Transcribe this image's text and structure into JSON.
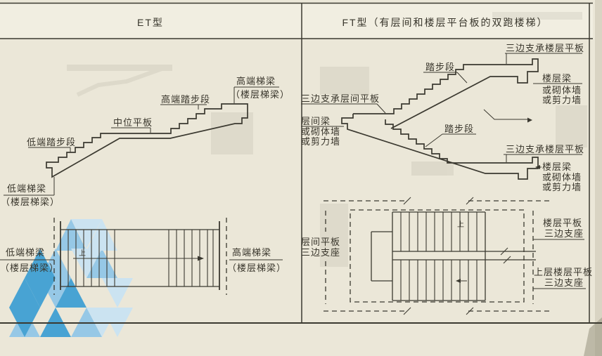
{
  "panels": {
    "left": {
      "title": "ET型",
      "profile": {
        "low_run": "低端踏步段",
        "mid_plate": "中位平板",
        "high_run": "高端踏步段",
        "high_beam": "高端梯梁",
        "high_beam_paren": "（楼层梯梁）",
        "low_beam": "低端梯梁",
        "low_beam_paren": "（楼层梯梁）"
      },
      "plan": {
        "low_beam": "低端梯梁",
        "low_beam_paren": "（楼层梯梁）",
        "high_beam": "高端梯梁",
        "high_beam_paren": "（楼层梯梁）",
        "up_mark": "上"
      }
    },
    "right": {
      "title": "FT型（有层间和楼层平台板的双跑楼梯）",
      "profile": {
        "floor_plate_top": "三边支承楼层平板",
        "run_top": "踏步段",
        "floor_beam_top_1": "楼层梁",
        "floor_beam_top_2": "或砌体墙",
        "floor_beam_top_3": "或剪力墙",
        "mid_plate": "三边支承层间平板",
        "mid_beam_1": "层间梁",
        "mid_beam_2": "或砌体墙",
        "mid_beam_3": "或剪力墙",
        "run_bottom": "踏步段",
        "floor_plate_bottom": "三边支承楼层平板",
        "floor_beam_bottom_1": "楼层梁",
        "floor_beam_bottom_2": "或砌体墙",
        "floor_beam_bottom_3": "或剪力墙"
      },
      "plan": {
        "mid_plate_1": "层间平板",
        "mid_plate_2": "三边支座",
        "floor_plate_1": "楼层平板",
        "floor_plate_2": "三边支座",
        "upper_floor_plate_1": "上层楼层平板",
        "upper_floor_plate_2": "三边支座",
        "up_mark": "上"
      }
    }
  },
  "colors": {
    "paper": "#ebe7d8",
    "header_band": "#f1eee1",
    "line": "#3b3930",
    "watermark_medium": "#3b9ed3",
    "watermark_light": "#8fc6e8",
    "watermark_pale": "#c9e3f4"
  }
}
